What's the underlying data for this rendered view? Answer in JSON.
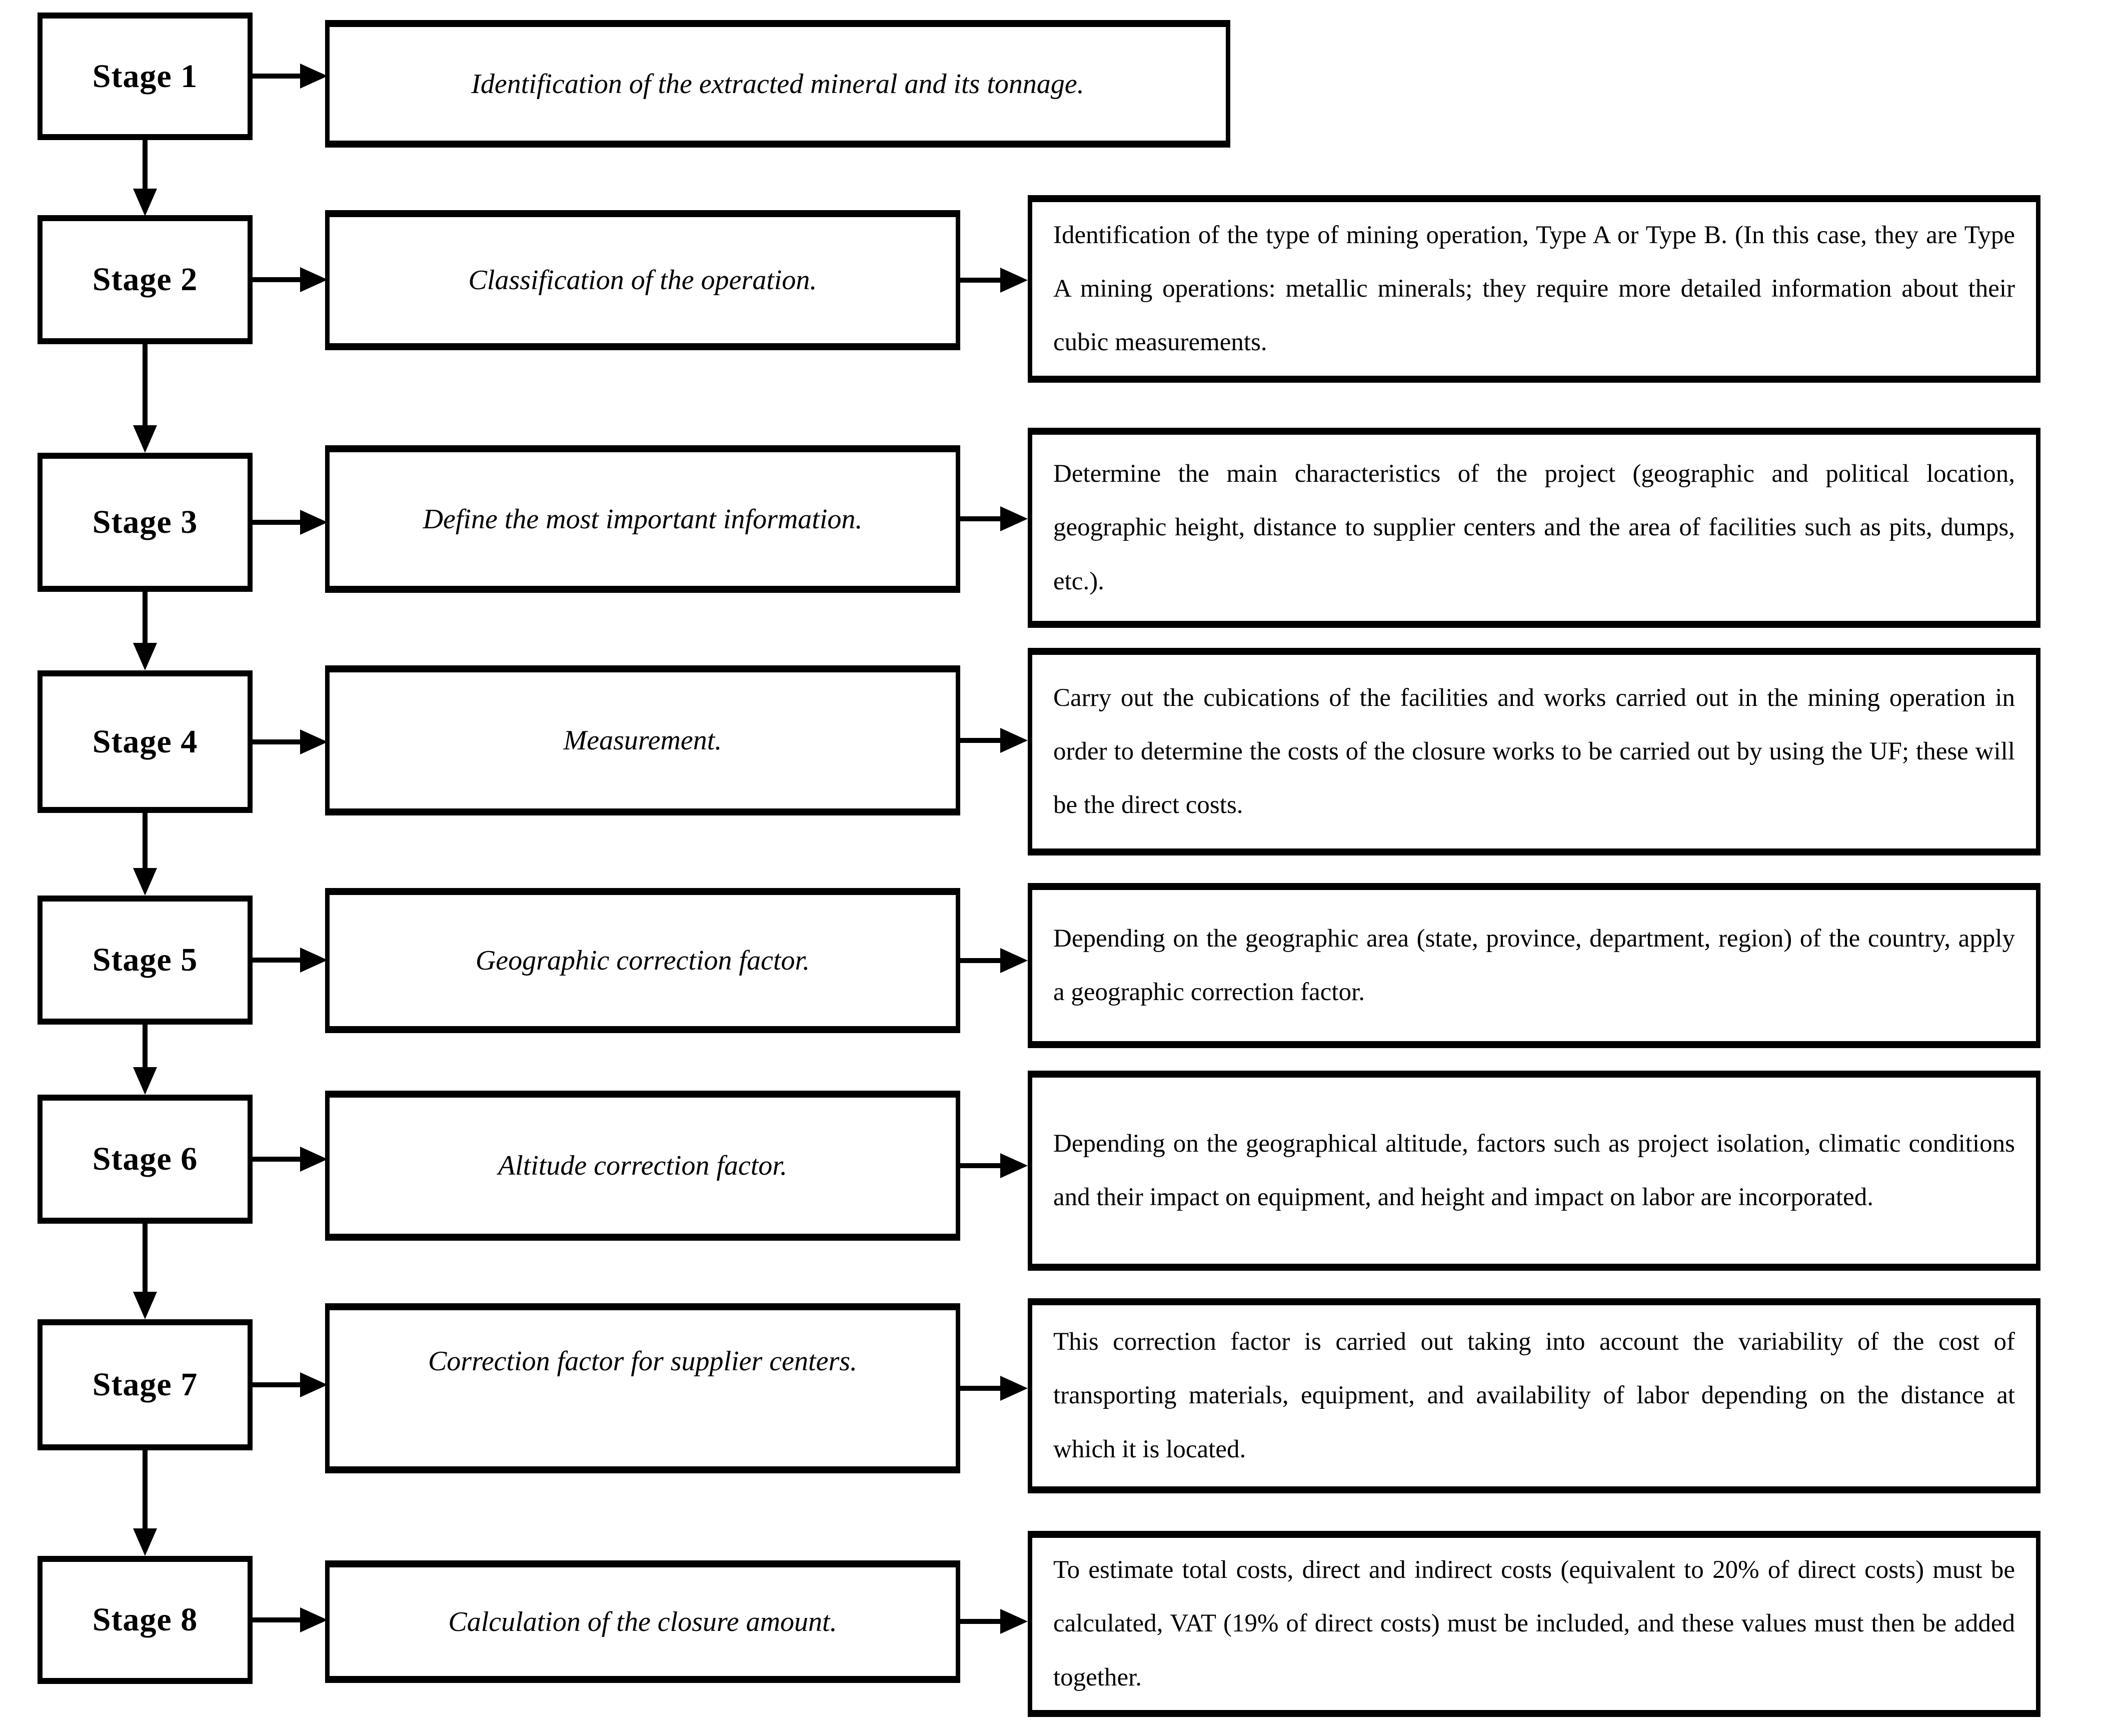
{
  "colors": {
    "ink": "#000000",
    "paper": "#ffffff"
  },
  "stages": [
    {
      "name": "Stage 1",
      "label": "Identification of the extracted mineral and its tonnage."
    },
    {
      "name": "Stage 2",
      "label": "Classification of the operation.",
      "description": "Identification of the type of mining operation, Type A or Type B. (In this case, they are Type A mining operations: metallic minerals; they require more detailed information about their cubic measurements."
    },
    {
      "name": "Stage 3",
      "label": "Define the most important information.",
      "description": "Determine the main characteristics of the project (geographic and political location, geographic height, distance to supplier centers and the area of facilities such as pits, dumps, etc.)."
    },
    {
      "name": "Stage 4",
      "label": "Measurement.",
      "description": "Carry out the cubications of the facilities and works carried out in the mining operation in order to determine the costs of the closure works to be carried out by using the UF; these will be the direct costs."
    },
    {
      "name": "Stage 5",
      "label": "Geographic correction factor.",
      "description": "Depending on the geographic area (state, province, department, region) of the country, apply a geographic correction factor."
    },
    {
      "name": "Stage 6",
      "label": "Altitude correction factor.",
      "description": "Depending on the geographical altitude, factors such as project isolation, climatic conditions and their impact on equipment, and height and impact on labor are incorporated."
    },
    {
      "name": "Stage 7",
      "label": "Correction factor for supplier centers.",
      "description": "This correction factor is carried out taking into account the variability of the cost of transporting materials, equipment, and availability of labor depending on the distance at which it is located."
    },
    {
      "name": "Stage 8",
      "label": "Calculation of the closure amount.",
      "description": "To estimate total costs, direct and indirect costs (equivalent to 20% of direct costs) must be calculated, VAT (19% of direct costs) must be included, and these values must then be added together."
    }
  ]
}
